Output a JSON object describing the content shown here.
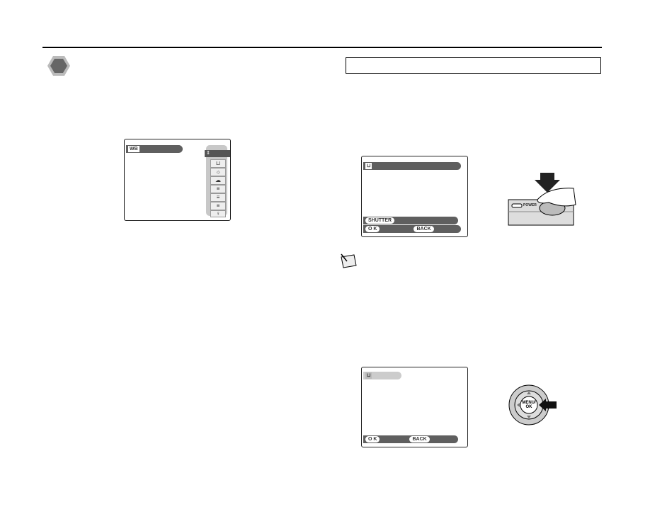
{
  "left": {
    "section_icon": "hexagon-icon",
    "wb_screen": {
      "title_icon": "WB",
      "options": [
        "custom-wb-icon",
        "sun-icon",
        "shade-icon",
        "fluorescent-1-icon",
        "fluorescent-2-icon",
        "fluorescent-3-icon",
        "incandescent-icon"
      ]
    }
  },
  "right": {
    "custom_screen": {
      "title_icon": "custom-wb-icon",
      "shutter_label": "SHUTTER",
      "ok_label": "O K",
      "back_label": "BACK"
    },
    "memo_icon": "memo-icon",
    "confirm_screen": {
      "title_icon": "custom-wb-icon",
      "ok_label": "O K",
      "back_label": "BACK"
    },
    "menu_button_label": "MENU/OK",
    "power_label": "POWER"
  }
}
